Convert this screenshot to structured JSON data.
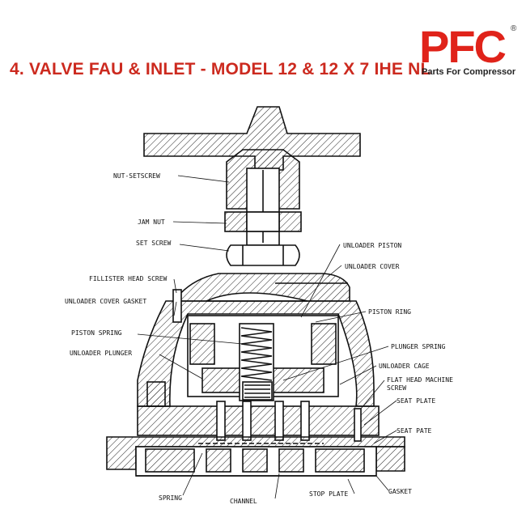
{
  "header": {
    "title": "4. VALVE FAU & INLET - MODEL 12 & 12 X 7 IHE NL"
  },
  "logo": {
    "brand": "PFC",
    "registered": "®",
    "tagline": "Parts For Compressor",
    "brand_color": "#e0231a"
  },
  "title_color": "#cc2a1f",
  "labels": {
    "nut_setscrew": "NUT-SETSCREW",
    "jam_nut": "JAM NUT",
    "set_screw": "SET SCREW",
    "unloader_piston": "UNLOADER PISTON",
    "unloader_cover": "UNLOADER COVER",
    "fillister_head_screw": "FILLISTER HEAD SCREW",
    "unloader_cover_gasket": "UNLOADER COVER GASKET",
    "piston_ring": "PISTON RING",
    "piston_spring": "PISTON SPRING",
    "plunger_spring": "PLUNGER SPRING",
    "unloader_plunger": "UNLOADER PLUNGER",
    "unloader_cage": "UNLOADER CAGE",
    "flat_head_machine_screw_1": "FLAT HEAD MACHINE",
    "flat_head_machine_screw_2": "SCREW",
    "seat_plate": "SEAT PLATE",
    "seat_pate": "SEAT PATE",
    "spring": "SPRING",
    "channel": "CHANNEL",
    "stop_plate": "STOP PLATE",
    "gasket": "GASKET"
  }
}
